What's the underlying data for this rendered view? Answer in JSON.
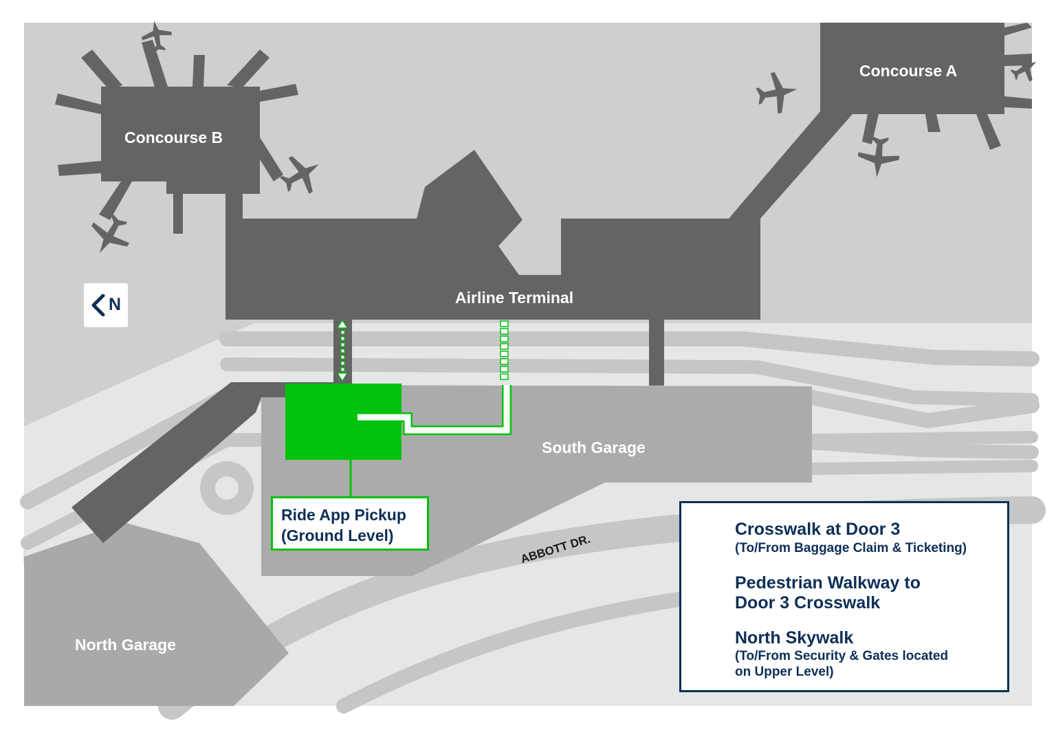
{
  "labels": {
    "concourse_a": "Concourse A",
    "concourse_b": "Concourse B",
    "airline_terminal": "Airline Terminal",
    "south_garage": "South Garage",
    "north_garage": "North Garage",
    "abbott_dr": "ABBOTT DR.",
    "north": "N"
  },
  "pickup": {
    "line1": "Ride App Pickup",
    "line2": "(Ground Level)"
  },
  "legend": {
    "items": [
      {
        "title": "Crosswalk at Door 3",
        "sub": [
          "(To/From Baggage Claim & Ticketing)"
        ],
        "icon": "crosswalk-icon"
      },
      {
        "title": "Pedestrian Walkway to",
        "title2": "Door 3 Crosswalk",
        "sub": [],
        "icon": "walkway-icon"
      },
      {
        "title": "North Skywalk",
        "sub": [
          "(To/From Security & Gates located",
          "on Upper Level)"
        ],
        "icon": "skywalk-icon"
      }
    ]
  },
  "colors": {
    "ground": "#cdcfd1",
    "apron": "#e4e5e6",
    "building": "#646464",
    "garage": "#ababab",
    "road": "#c7c8c9",
    "pickup_green": "#00c20c",
    "navy": "#0d2e57"
  }
}
